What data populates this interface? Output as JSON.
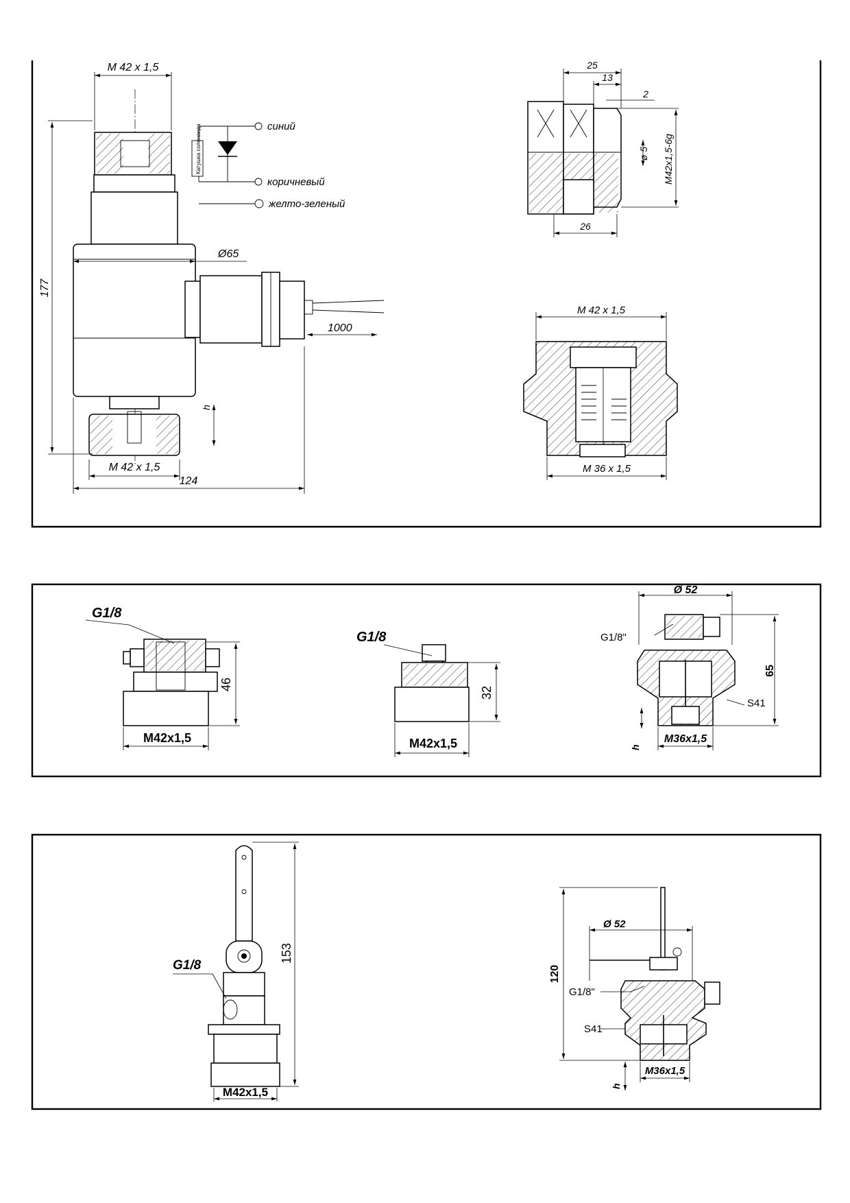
{
  "panel1": {
    "solenoid": {
      "dim_thread_top": "M 42 x 1,5",
      "dim_thread_bottom": "M 42 x 1,5",
      "dim_height": "177",
      "dim_diameter": "Ø65",
      "dim_cable": "1000",
      "dim_width": "124",
      "dim_h": "h",
      "coil_label": "Катушка соленоида",
      "wire_blue": "синий",
      "wire_brown": "коричневый",
      "wire_ground": "желто-зеленый"
    },
    "nut": {
      "dim_25": "25",
      "dim_13": "13",
      "dim_2": "2",
      "dim_hole": "ø 5",
      "dim_thread": "M42x1,5-6g",
      "dim_26": "26"
    },
    "valve": {
      "dim_thread_top": "M 42 x 1,5",
      "dim_thread_bottom": "M 36 x 1,5"
    }
  },
  "panel2": {
    "plug_left": {
      "port": "G1/8",
      "height": "46",
      "thread": "M42x1,5"
    },
    "plug_mid": {
      "port": "G1/8",
      "height": "32",
      "thread": "M42x1,5"
    },
    "valve_right": {
      "diameter": "Ø 52",
      "port": "G1/8\"",
      "height": "65",
      "wrench": "S41",
      "thread": "M36x1,5",
      "h": "h"
    }
  },
  "panel3": {
    "lever_valve": {
      "port": "G1/8",
      "height": "153",
      "thread": "M42x1,5"
    },
    "pin_valve": {
      "height": "120",
      "diameter": "Ø 52",
      "port": "G1/8\"",
      "wrench": "S41",
      "thread": "M36x1,5",
      "h": "h"
    }
  }
}
